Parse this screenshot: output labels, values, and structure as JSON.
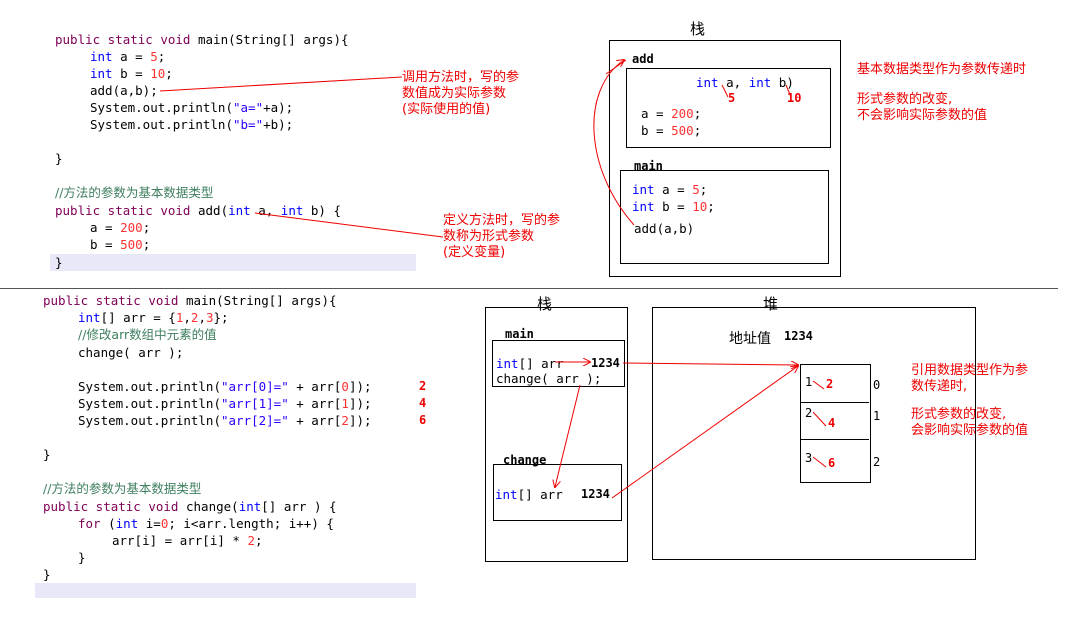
{
  "top": {
    "code": [
      {
        "text": "public static void main(String[] args){"
      },
      {
        "text": "int a = 5;"
      },
      {
        "text": "int b = 10;"
      },
      {
        "text": "add(a,b);"
      },
      {
        "text": "System.out.println(\"a=\"+a);"
      },
      {
        "text": "System.out.println(\"b=\"+b);"
      },
      {
        "text": "}"
      },
      {
        "text": "//方法的参数为基本数据类型"
      },
      {
        "text": "public static void add(int a, int b) {"
      },
      {
        "text": "a = 200;"
      },
      {
        "text": "b = 500;"
      },
      {
        "text": "}"
      }
    ],
    "annotation_actual": "调用方法时，写的参\n数值成为实际参数\n(实际使用的值)",
    "annotation_formal": "定义方法时，写的参\n数称为形式参数\n(定义变量)",
    "stack_title": "栈",
    "add_frame": {
      "label": "add",
      "params": "int a, int b)",
      "val_a": "5",
      "val_b": "10",
      "line1": "a = 200;",
      "line2": "b = 500;"
    },
    "main_frame": {
      "label": "main",
      "line1": "int a = 5;",
      "line2": "int b = 10;",
      "line3": "add(a,b)"
    },
    "note1": "基本数据类型作为参数传递时",
    "note2": "形式参数的改变,\n不会影响实际参数的值"
  },
  "bottom": {
    "code": [
      {
        "text": "public static void main(String[] args){"
      },
      {
        "text": "int[] arr = {1,2,3};"
      },
      {
        "text": "//修改arr数组中元素的值"
      },
      {
        "text": "change( arr );"
      },
      {
        "text": "System.out.println(\"arr[0]=\" + arr[0]);"
      },
      {
        "text": "System.out.println(\"arr[1]=\" + arr[1]);"
      },
      {
        "text": "System.out.println(\"arr[2]=\" + arr[2]);"
      },
      {
        "text": "}"
      },
      {
        "text": "//方法的参数为基本数据类型"
      },
      {
        "text": "public static void change(int[] arr ) {"
      },
      {
        "text": "for (int i=0; i<arr.length; i++) {"
      },
      {
        "text": "arr[i] = arr[i] * 2;"
      },
      {
        "text": "}"
      },
      {
        "text": "}"
      }
    ],
    "outputs": [
      "2",
      "4",
      "6"
    ],
    "stack_title": "栈",
    "heap_title": "堆",
    "main_frame": {
      "label": "main",
      "line1": "int[] arr ",
      "addr1": "1234",
      "line2": "change( arr );"
    },
    "change_frame": {
      "label": "change",
      "line1": "int[] arr ",
      "addr": "1234"
    },
    "address_label": "地址值",
    "address_value": "1234",
    "array": [
      {
        "old": "1",
        "new": "2",
        "index": "0"
      },
      {
        "old": "2",
        "new": "4",
        "index": "1"
      },
      {
        "old": "3",
        "new": "6",
        "index": "2"
      }
    ],
    "note1": "引用数据类型作为参\n数传递时,",
    "note2": "形式参数的改变,\n会影响实际参数的值"
  },
  "colors": {
    "keyword": "#7f0055",
    "type": "#0000ff",
    "comment": "#3f7f5f",
    "number": "#ff3333",
    "string": "#2a00ff",
    "annotation": "#ee0000"
  }
}
